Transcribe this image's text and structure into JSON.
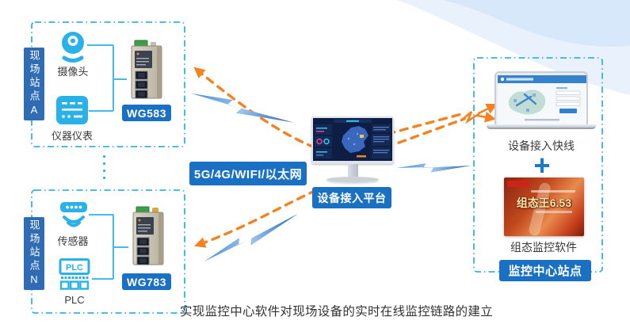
{
  "caption": "实现监控中心软件对现场设备的实时在线监控链路的建立",
  "network_chip": "5G/4G/WIFI/以太网",
  "platform_chip": "设备接入平台",
  "site_a": {
    "label": "现场站点A",
    "camera_label": "摄像头",
    "instrument_label": "仪器仪表",
    "gateway_label": "WG583"
  },
  "site_n": {
    "label": "现场站点N",
    "sensor_label": "传感器",
    "plc_icon_text": "PLC",
    "plc_label": "PLC",
    "gateway_label": "WG783"
  },
  "monitoring_center": {
    "express_label": "设备接入快线",
    "plus_sign": "+",
    "software_box_title": "组态王6.53",
    "software_label": "组态监控软件",
    "station_chip": "监控中心站点"
  },
  "icons": {
    "camera": "webcam-icon",
    "instrument": "meter-icon",
    "sensor": "wireless-sensor-icon",
    "plc": "plc-icon",
    "gateway_a": "industrial-gateway-wg583-image",
    "gateway_n": "industrial-gateway-wg783-image",
    "monitor": "desktop-dashboard-monitor-image",
    "laptop": "laptop-login-screen-image",
    "software_box": "kingview-software-box-image",
    "plus": "plus-icon",
    "bolt": "lightning-bolt-icon",
    "arrows": "orange-dashed-arrows"
  },
  "colors": {
    "chip_blue": "#1a70c2",
    "site_label_blue": "#2f6cb3",
    "icon_cyan": "#29b2e8",
    "dashed_border_cyan": "#33b3e6",
    "arrow_orange": "#f58220",
    "bolt_blue_dark": "#1f62b0",
    "bolt_blue_light": "#9cc4ec",
    "screen_navy": "#0e1d44",
    "cloud_light": "#e8f1fc",
    "cloud_mid": "#d7e8fb"
  }
}
